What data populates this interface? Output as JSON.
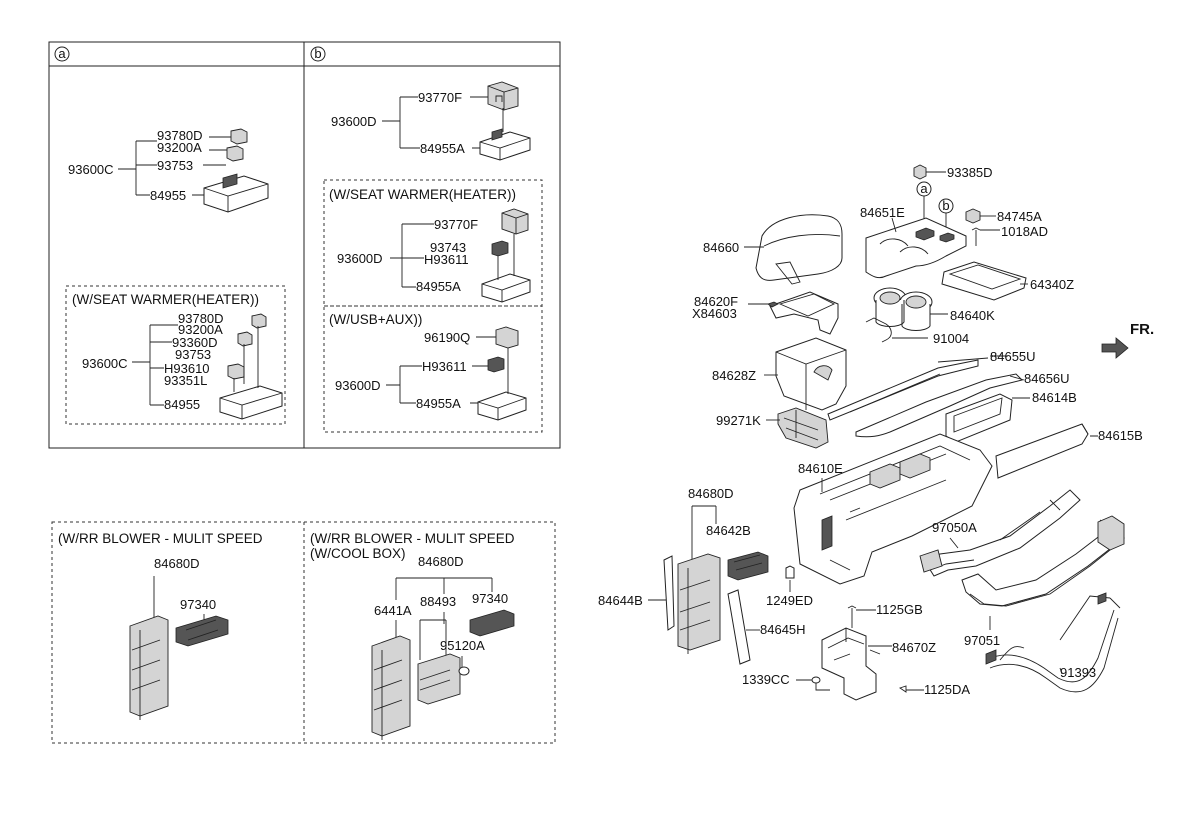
{
  "panels": {
    "a": {
      "marker": "a",
      "group_label": "93600C",
      "parts": [
        "93780D",
        "93200A",
        "93753",
        "84955"
      ],
      "subbox": {
        "title": "(W/SEAT WARMER(HEATER))",
        "group_label": "93600C",
        "parts": [
          "93780D",
          "93200A",
          "93360D",
          "93753",
          "H93610",
          "93351L",
          "84955"
        ]
      }
    },
    "b": {
      "marker": "b",
      "group_label": "93600D",
      "parts": [
        "93770F",
        "84955A"
      ],
      "subbox1": {
        "title": "(W/SEAT WARMER(HEATER))",
        "group_label": "93600D",
        "parts": [
          "93770F",
          "93743",
          "H93611",
          "84955A"
        ]
      },
      "subbox2": {
        "title": "(W/USB+AUX))",
        "group_label": "93600D",
        "parts": [
          "96190Q",
          "H93611",
          "84955A"
        ]
      }
    },
    "blower1": {
      "title": "(W/RR BLOWER - MULIT SPEED",
      "parts": [
        "84680D",
        "97340"
      ]
    },
    "blower2": {
      "title_line1": "(W/RR BLOWER - MULIT SPEED",
      "title_line2": "(W/COOL BOX)",
      "parts": [
        "84680D",
        "6441A",
        "88493",
        "97340",
        "95120A"
      ]
    }
  },
  "main": {
    "fr_label": "FR.",
    "callout_a": "a",
    "callout_b": "b",
    "parts": {
      "p93385D": "93385D",
      "p84651E": "84651E",
      "p84745A": "84745A",
      "p1018AD": "1018AD",
      "p84660": "84660",
      "p64340Z": "64340Z",
      "p84620F": "84620F",
      "pX84603": "X84603",
      "p84640K": "84640K",
      "p91004": "91004",
      "p84655U": "84655U",
      "p84628Z": "84628Z",
      "p84656U": "84656U",
      "p84614B": "84614B",
      "p99271K": "99271K",
      "p84615B": "84615B",
      "p84610E": "84610E",
      "p84680D": "84680D",
      "p84642B": "84642B",
      "p97050A": "97050A",
      "p84644B": "84644B",
      "p1249ED": "1249ED",
      "p1125GB": "1125GB",
      "p84645H": "84645H",
      "p84670Z": "84670Z",
      "p97051": "97051",
      "p91393": "91393",
      "p1339CC": "1339CC",
      "p1125DA": "1125DA"
    }
  }
}
